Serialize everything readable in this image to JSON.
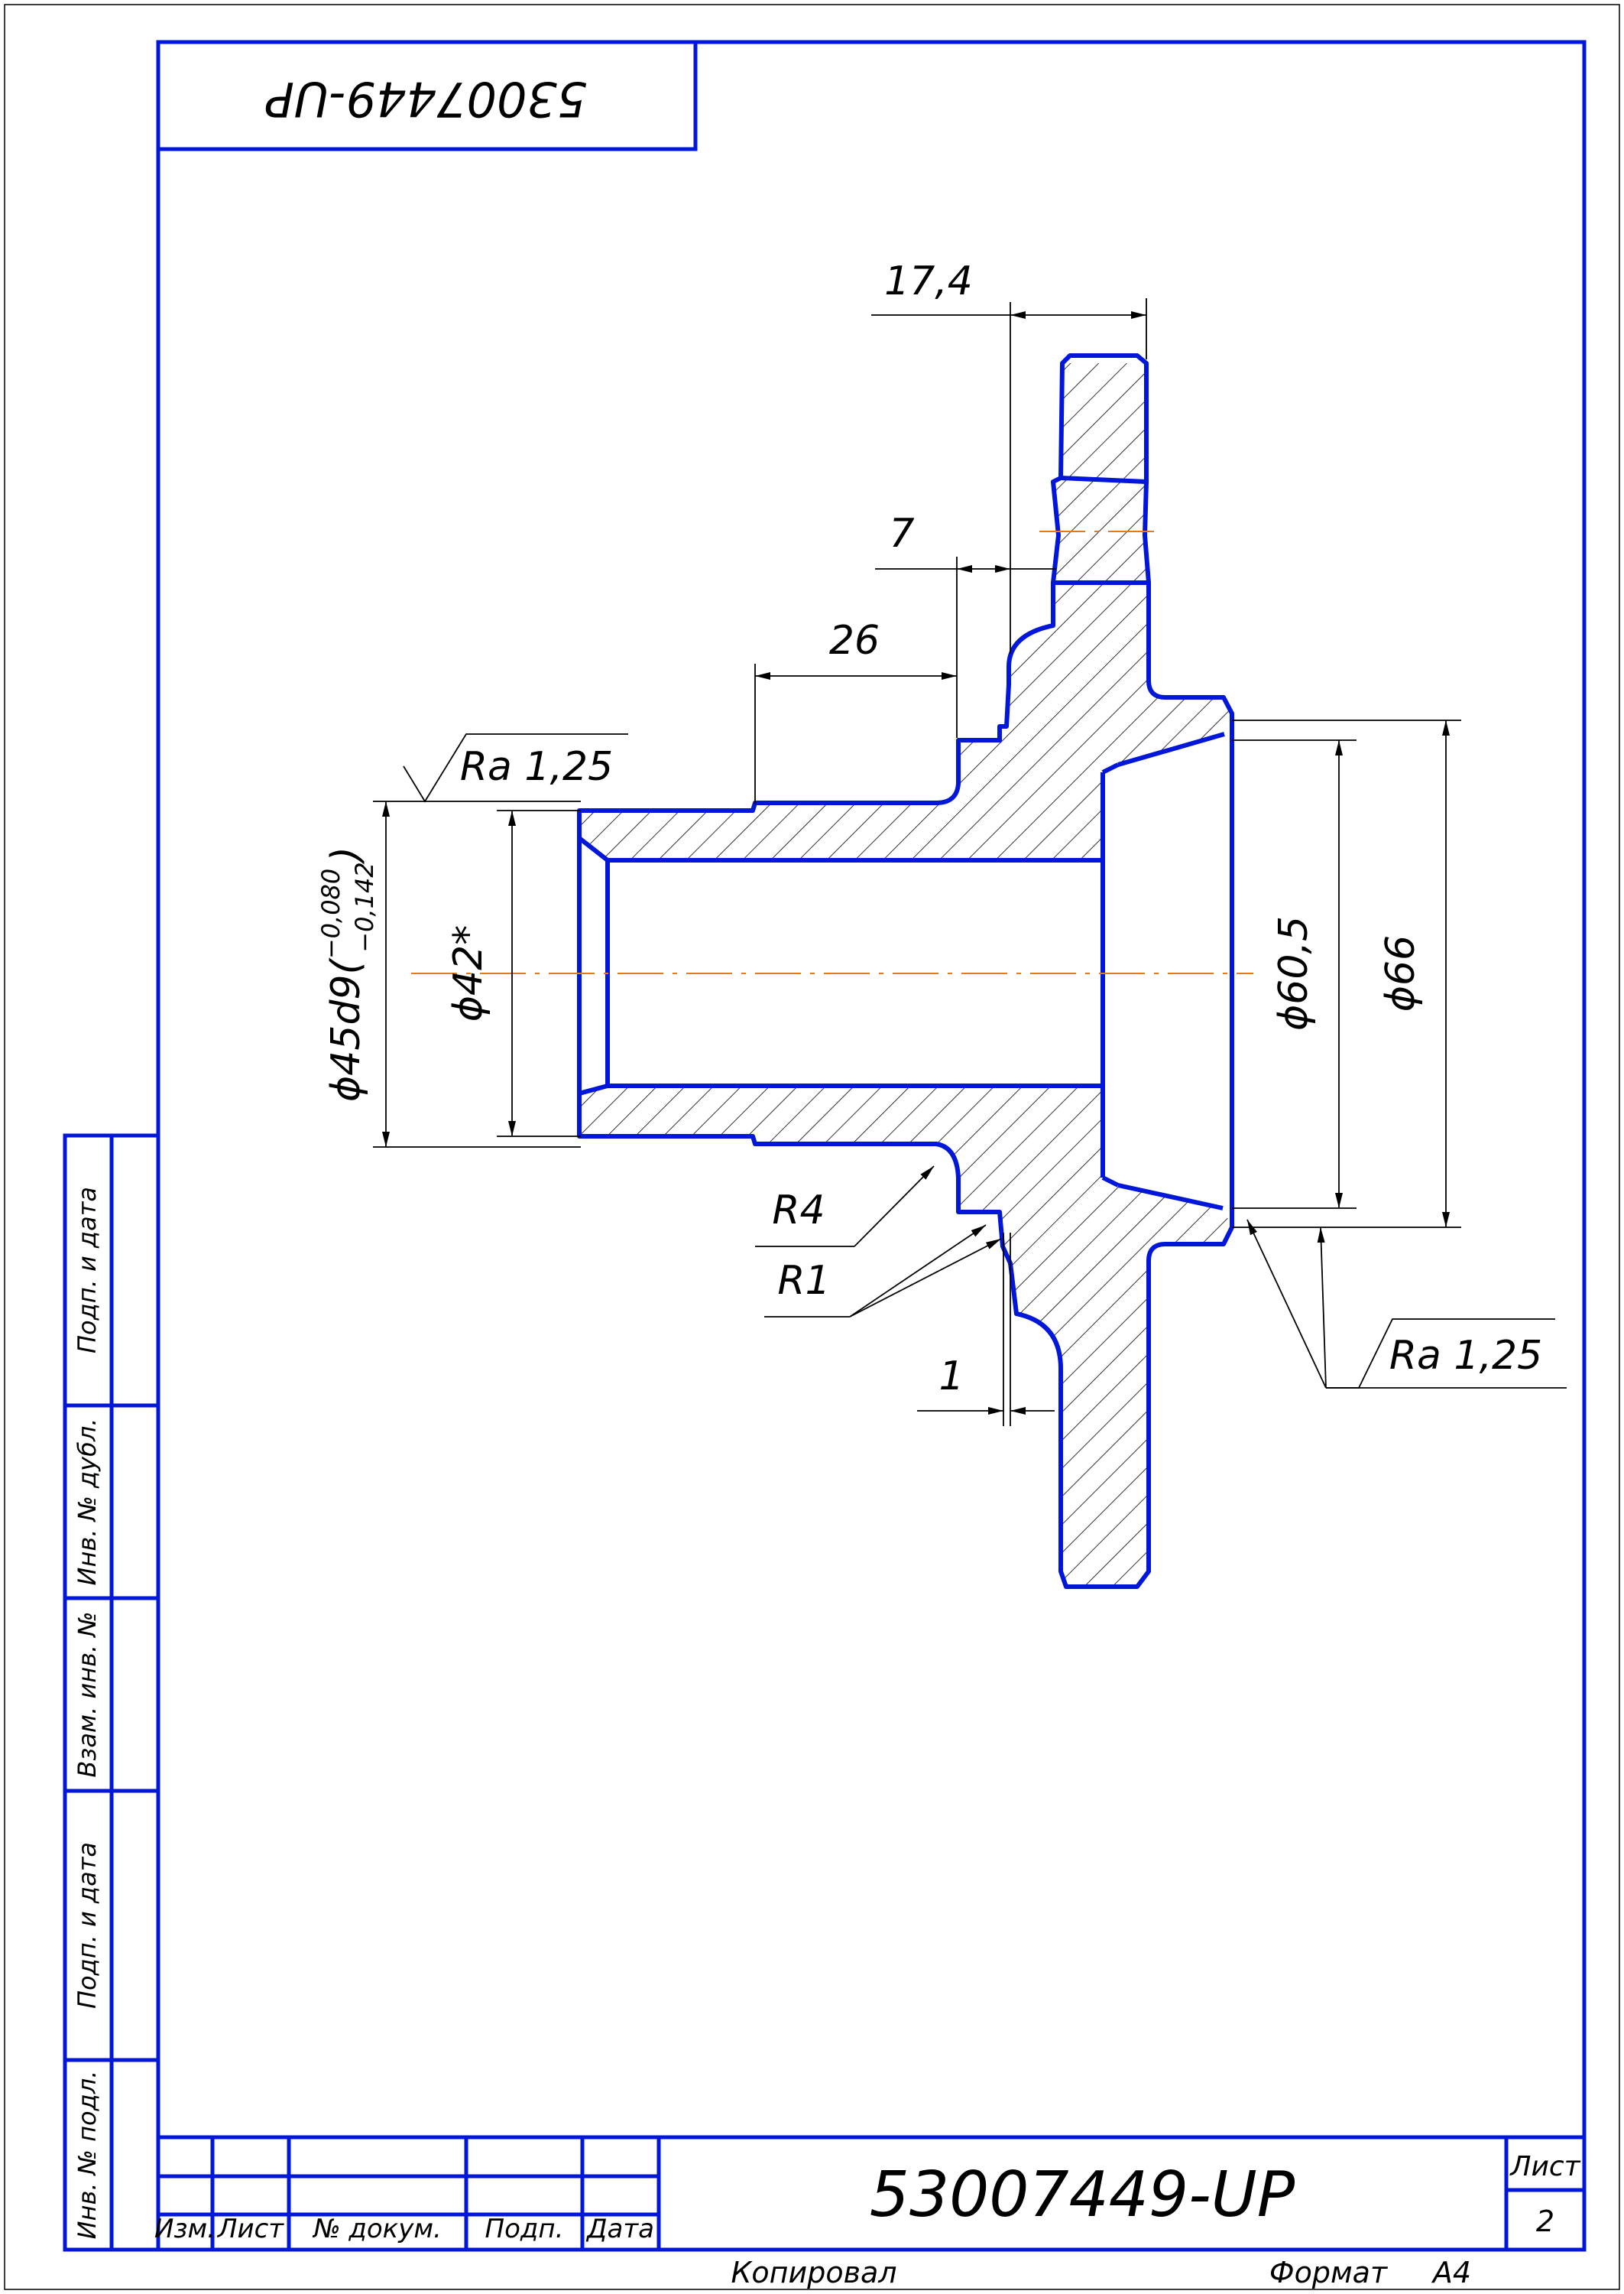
{
  "drawing": {
    "top_stamp": "53007449-UP",
    "dimensions": {
      "width_17_4": "17,4",
      "width_7": "7",
      "width_26": "26",
      "width_1": "1",
      "diam_45": "ϕ45d9(",
      "diam_45_upper": "−0,080",
      "diam_45_lower": "−0,142",
      "diam_45_close": ")",
      "diam_42": "ϕ42*",
      "diam_60_5": "ϕ60,5",
      "diam_66": "ϕ66",
      "radius_4": "R4",
      "radius_1": "R1"
    },
    "roughness": {
      "left": "Ra 1,25",
      "right": "Ra 1,25"
    }
  },
  "side_panel": {
    "cells": [
      "Подп. и дата",
      "Инв. № дубл.",
      "Взам. инв. №",
      "Подп. и дата",
      "Инв. № подл."
    ]
  },
  "title_block": {
    "headers": [
      "Изм.",
      "Лист",
      "№ докум.",
      "Подп.",
      "Дата"
    ],
    "designation": "53007449-UP",
    "sheet_label": "Лист",
    "sheet_number": "2",
    "copied_label": "Копировал",
    "format_label": "Формат",
    "format_value": "A4"
  },
  "colors": {
    "frame": "#0016d9",
    "axis": "#e07a1e",
    "lines": "#000000"
  }
}
